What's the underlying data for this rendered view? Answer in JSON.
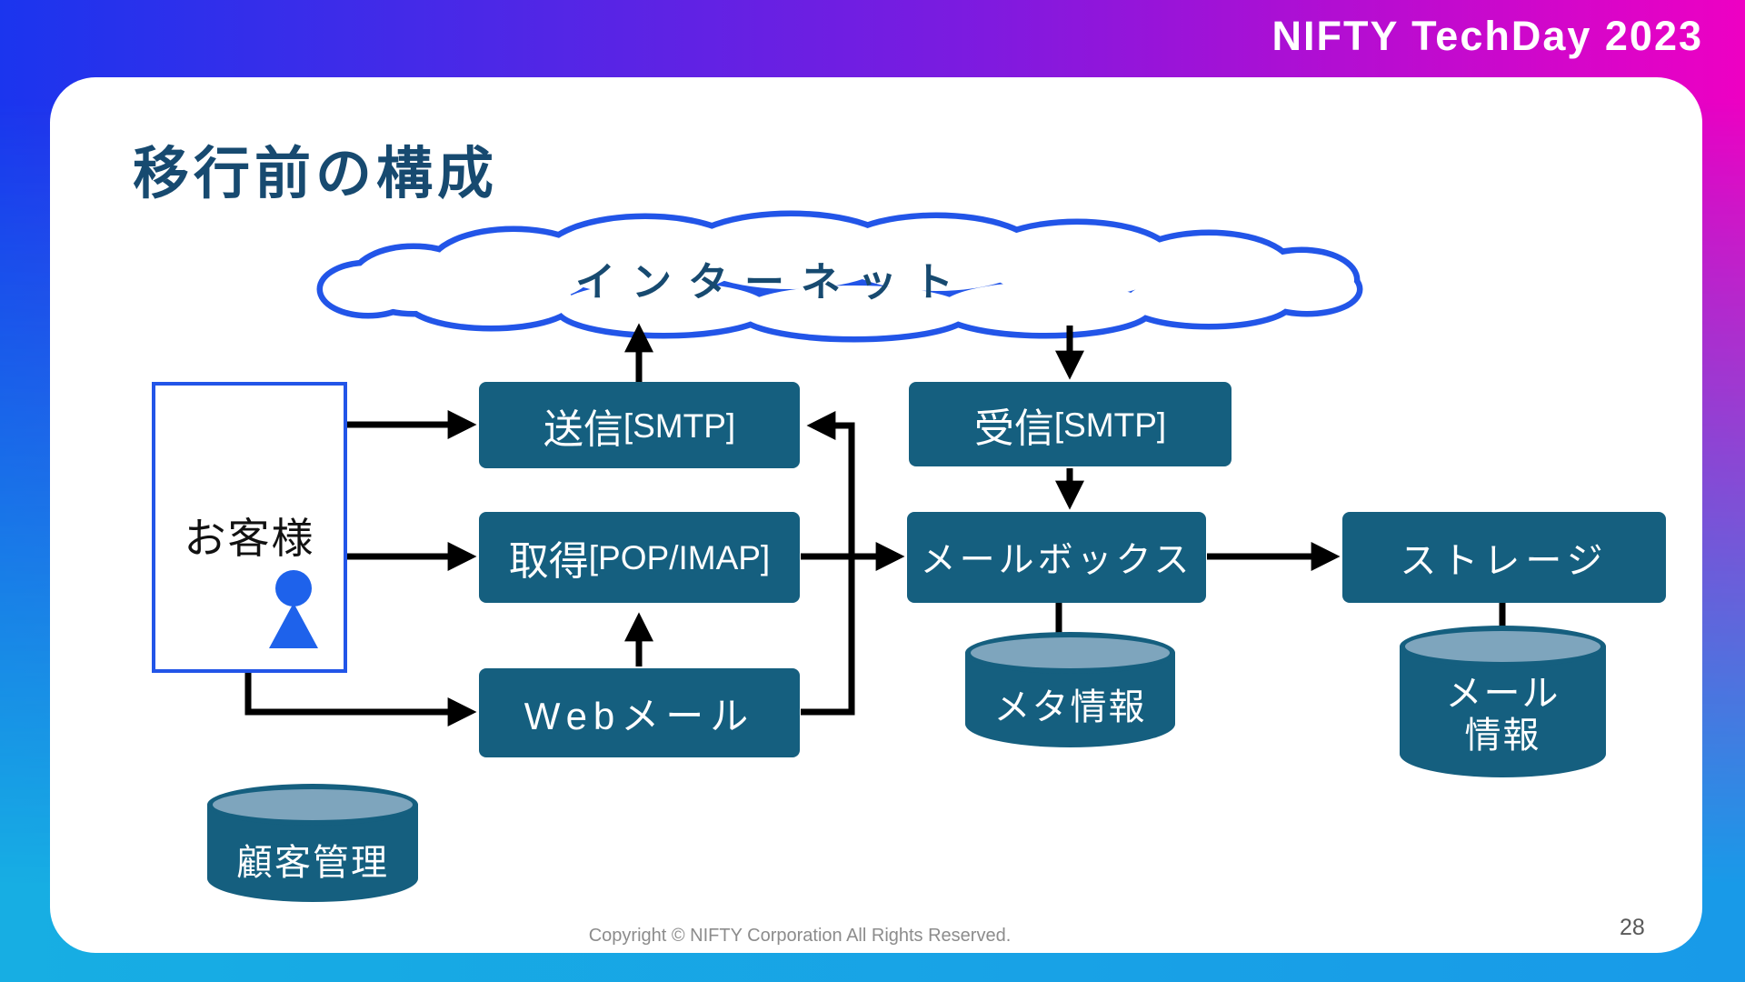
{
  "header": {
    "logo_text": "NIFTY TechDay 2023"
  },
  "slide": {
    "title": "移行前の構成",
    "footer": "Copyright © NIFTY Corporation All Rights Reserved.",
    "page_number": "28"
  },
  "diagram": {
    "cloud": {
      "label": "インターネット"
    },
    "customer": {
      "label": "お客様",
      "icon": "person-icon"
    },
    "nodes": {
      "send": {
        "main": "送信",
        "sub": "[SMTP]"
      },
      "receive": {
        "main": "受信",
        "sub": "[SMTP]"
      },
      "fetch": {
        "main": "取得",
        "sub": "[POP/IMAP]"
      },
      "mailbox": {
        "label": "メールボックス"
      },
      "storage": {
        "label": "ストレージ"
      },
      "webmail": {
        "label": "Webメール"
      }
    },
    "databases": {
      "customer_db": {
        "label": "顧客管理"
      },
      "meta_db": {
        "label": "メタ情報"
      },
      "mail_db": {
        "line1": "メール",
        "line2": "情報"
      }
    },
    "colors": {
      "background_top_left": "#1B35EE",
      "background_top_right": "#EE00C3",
      "background_bottom_left": "#17AEE3",
      "background_bottom_right": "#189AE8",
      "node_fill": "#155F7F",
      "cylinder_top_fill": "#7EA5BD",
      "cloud_outline": "#2255E8",
      "customer_border": "#2255E8",
      "person_icon": "#1E62EB",
      "arrow": "#000000",
      "title_text": "#174A70"
    }
  }
}
